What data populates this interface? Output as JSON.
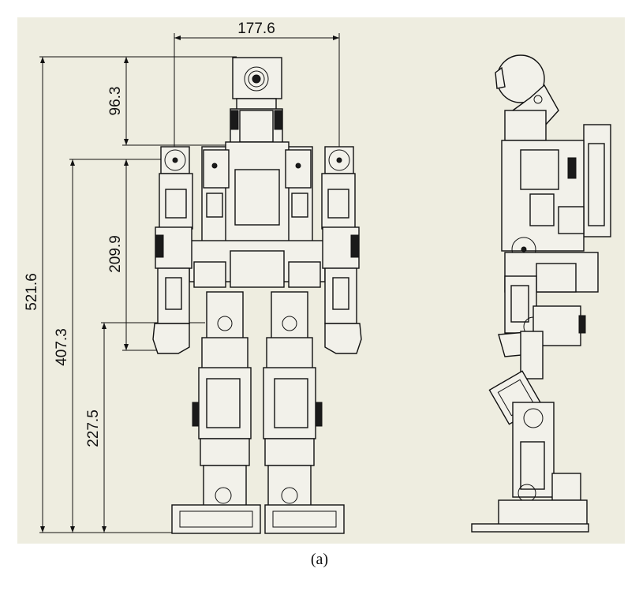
{
  "background_color": "#eeede0",
  "line_color": "#111111",
  "dimensions": {
    "width_top": "177.6",
    "head_height": "96.3",
    "total_height": "521.6",
    "shoulder_height": "407.3",
    "arm_length": "209.9",
    "hip_height": "227.5"
  },
  "caption": "(a)"
}
